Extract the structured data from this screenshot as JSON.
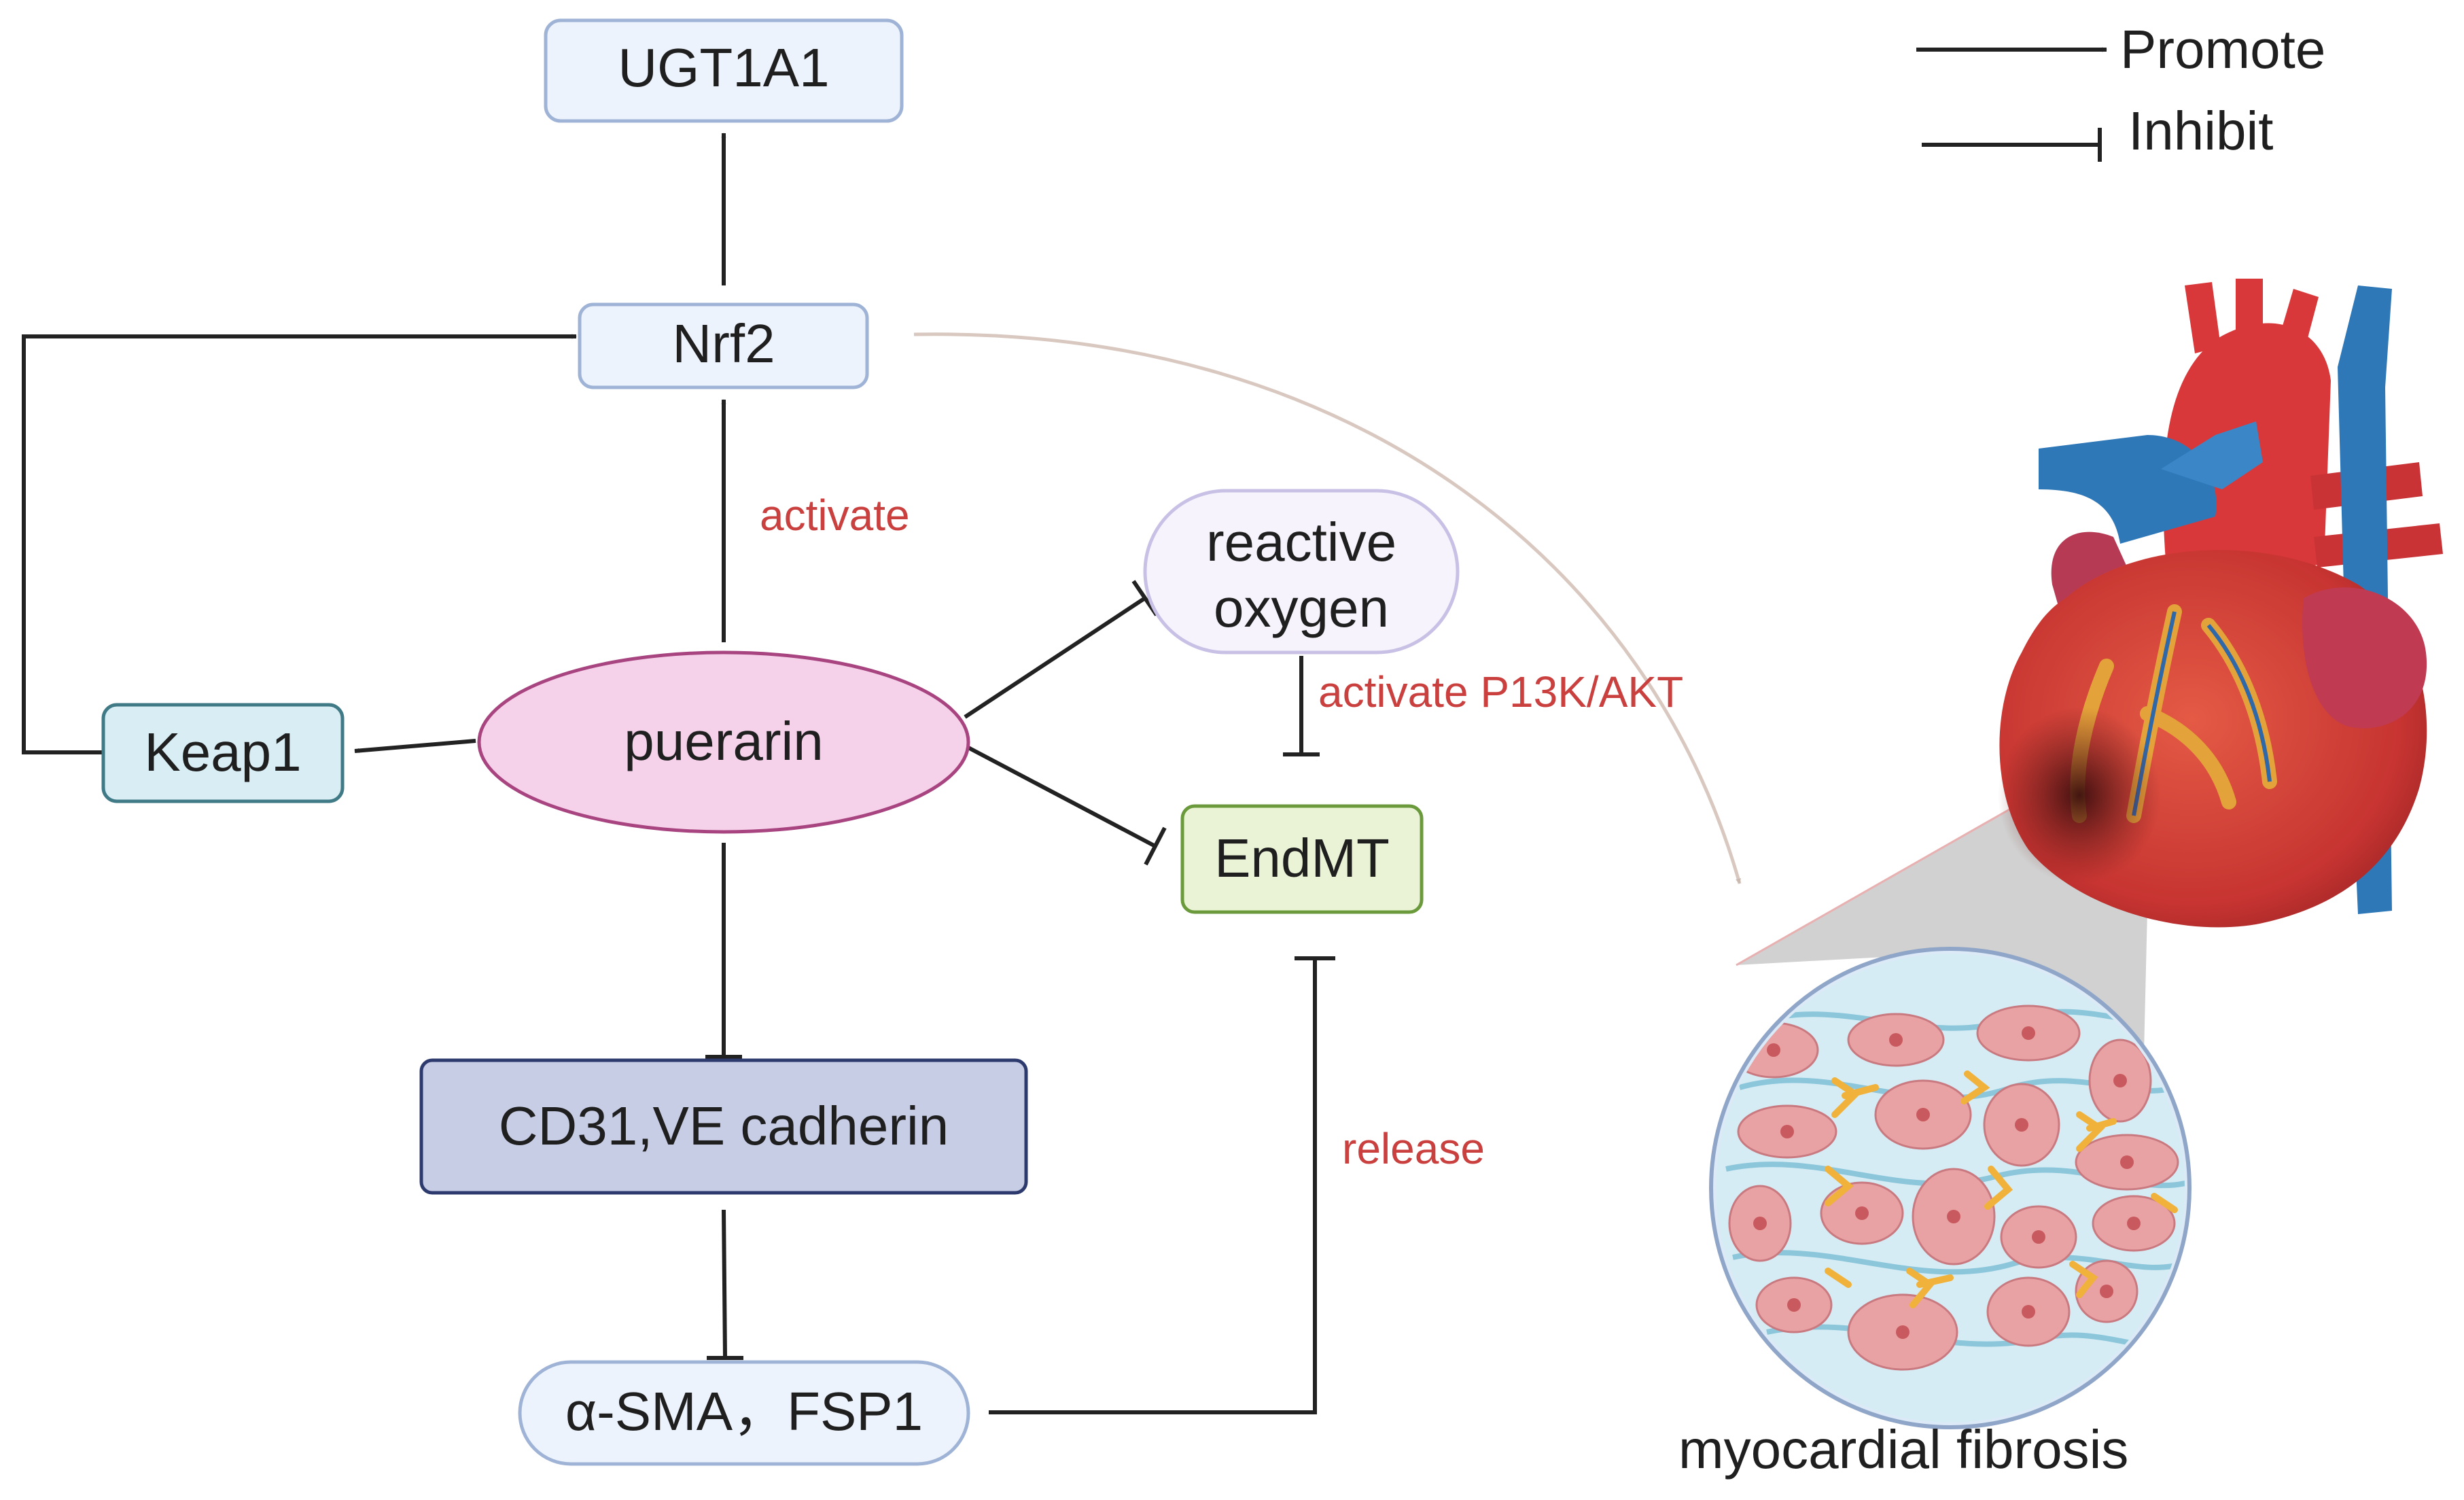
{
  "nodes": {
    "ugt1a1": "UGT1A1",
    "nrf2": "Nrf2",
    "keap1": "Keap1",
    "puerarin": "puerarin",
    "ros_line1": "reactive",
    "ros_line2": "oxygen",
    "endmt": "EndMT",
    "cd31": "CD31,VE cadherin",
    "asma": "α-SMA，FSP1"
  },
  "edge_labels": {
    "activate": "activate",
    "activate_pi3k": "activate  P13K/AKT",
    "release": "release"
  },
  "legend": {
    "promote": "Promote",
    "inhibit": "Inhibit"
  },
  "illustration": {
    "caption": "myocardial  fibrosis",
    "heart_icon": "heart-icon",
    "tissue_icon": "fibrotic-tissue-icon"
  },
  "colors": {
    "box_blue_fill": "#edf3fc",
    "box_blue_stroke": "#9fb3d6",
    "keap1_fill": "#d9eef4",
    "keap1_stroke": "#3f7a86",
    "puerarin_fill": "#f6d2ea",
    "puerarin_stroke": "#a84480",
    "ros_fill": "#f6f3fc",
    "ros_stroke": "#c9c0e6",
    "endmt_fill": "#eaf3d6",
    "endmt_stroke": "#6a9a3c",
    "cd31_fill": "#c8cde6",
    "cd31_stroke": "#2d3a6e",
    "label_red": "#c9403f",
    "curve_beige": "#d9c8c0",
    "heart_red": "#d43a36",
    "vessel_blue": "#2f78b8"
  }
}
